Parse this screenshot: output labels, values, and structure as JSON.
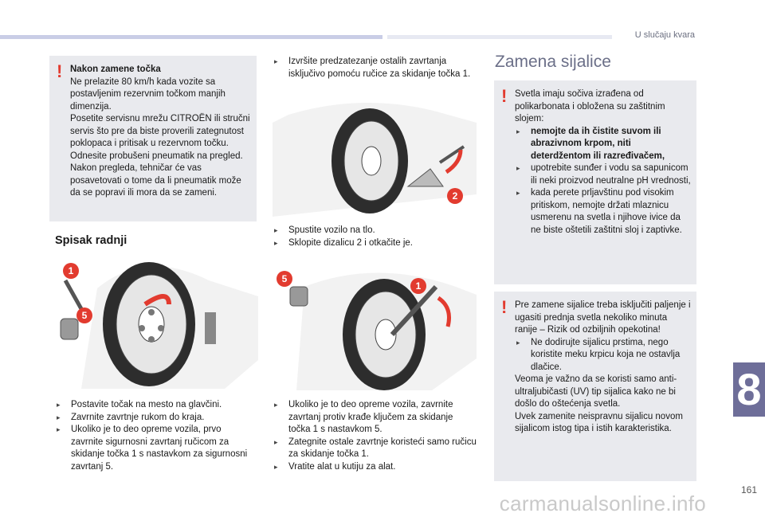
{
  "header": {
    "section": "U slučaju kvara",
    "chapter": "8",
    "page_number": "161"
  },
  "warning1": {
    "title": "Nakon zamene točka",
    "text": "Ne prelazite 80 km/h kada vozite sa postavljenim rezervnim točkom manjih dimenzija.\nPosetite servisnu mrežu CITROËN ili stručni servis što pre da biste proverili zategnutost poklopaca i pritisak u rezervnom točku.\nOdnesite probušeni pneumatik na pregled. Nakon pregleda, tehničar će vas posavetovati o tome da li pneumatik može da se popravi ili mora da se zameni."
  },
  "spisak": {
    "title": "Spisak radnji",
    "steps": [
      "Postavite točak na mesto na glavčini.",
      "Zavrnite zavrtnje rukom do kraja.",
      "Ukoliko je to deo opreme vozila, prvo zavrnite sigurnosni zavrtanj ručicom za skidanje točka 1 s nastavkom za sigurnosni zavrtanj 5."
    ]
  },
  "middle": {
    "step_top": "Izvršite predzatezanje ostalih zavrtanja isključivo pomoću ručice za skidanje točka 1.",
    "steps_mid": [
      "Spustite vozilo na tlo.",
      "Sklopite dizalicu 2 i otkačite je."
    ],
    "steps_bottom": [
      "Ukoliko je to deo opreme vozila, zavrnite zavrtanj protiv krađe ključem za skidanje točka 1 s nastavkom 5.",
      "Zategnite ostale zavrtnje koristeći samo ručicu za skidanje točka 1.",
      "Vratite alat u kutiju za alat."
    ],
    "callouts": {
      "one": "1",
      "two": "2",
      "five": "5"
    }
  },
  "zamena": {
    "title": "Zamena sijalice",
    "warning2": {
      "intro": "Svetla imaju sočiva izrađena od polikarbonata i obložena su zaštitnim slojem:",
      "bullets": [
        "nemojte da ih čistite suvom ili abrazivnom krpom, niti deterdžentom ili razređivačem,",
        "upotrebite sunđer i vodu sa sapunicom ili neki proizvod neutralne pH vrednosti,",
        "kada perete prljavštinu pod visokim pritiskom, nemojte držati mlaznicu usmerenu na svetla i njihove ivice da ne biste oštetili zaštitni sloj i zaptivke."
      ]
    },
    "warning3": {
      "intro": "Pre zamene sijalice treba isključiti paljenje i ugasiti prednja svetla nekoliko minuta ranije – Rizik od ozbiljnih opekotina!",
      "bullets": [
        "Ne dodirujte sijalicu prstima, nego koristite meku krpicu koja ne ostavlja dlačice."
      ],
      "tail1": "Veoma je važno da se koristi samo anti-ultraljubičasti (UV) tip sijalica kako ne bi došlo do oštećenja svetla.",
      "tail2": "Uvek zamenite neispravnu sijalicu novom sijalicom istog tipa i istih karakteristika."
    }
  },
  "watermark": "carmanualsonline.info",
  "colors": {
    "callout": "#e23b2f",
    "tab": "#6e6e99",
    "warning_bg": "#e9eaee",
    "heading": "#6b6f88"
  }
}
